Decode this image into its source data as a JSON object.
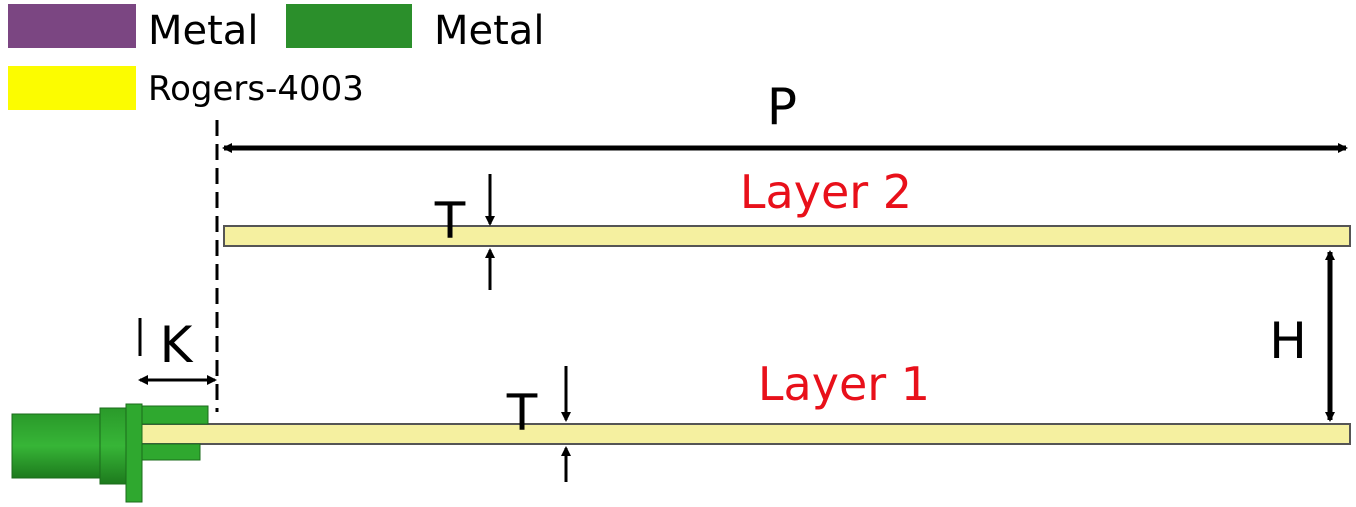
{
  "legend": [
    {
      "label": "Metal",
      "color": "#7b4682"
    },
    {
      "label": "Metal",
      "color": "#2b8f2b"
    },
    {
      "label": "Rogers-4003",
      "color": "#fcfc00"
    }
  ],
  "layers": {
    "layer2": "Layer 2",
    "layer1": "Layer 1"
  },
  "dimensions": {
    "period": "P",
    "height": "H",
    "thickness_top": "T",
    "thickness_bottom": "T",
    "offset": "K"
  },
  "colors": {
    "substrate": "#f5f0a0",
    "substrate_edge": "#555555",
    "layer_label": "#e8101a",
    "connector_dark": "#1f7a1f",
    "connector_light": "#2fa82f"
  }
}
